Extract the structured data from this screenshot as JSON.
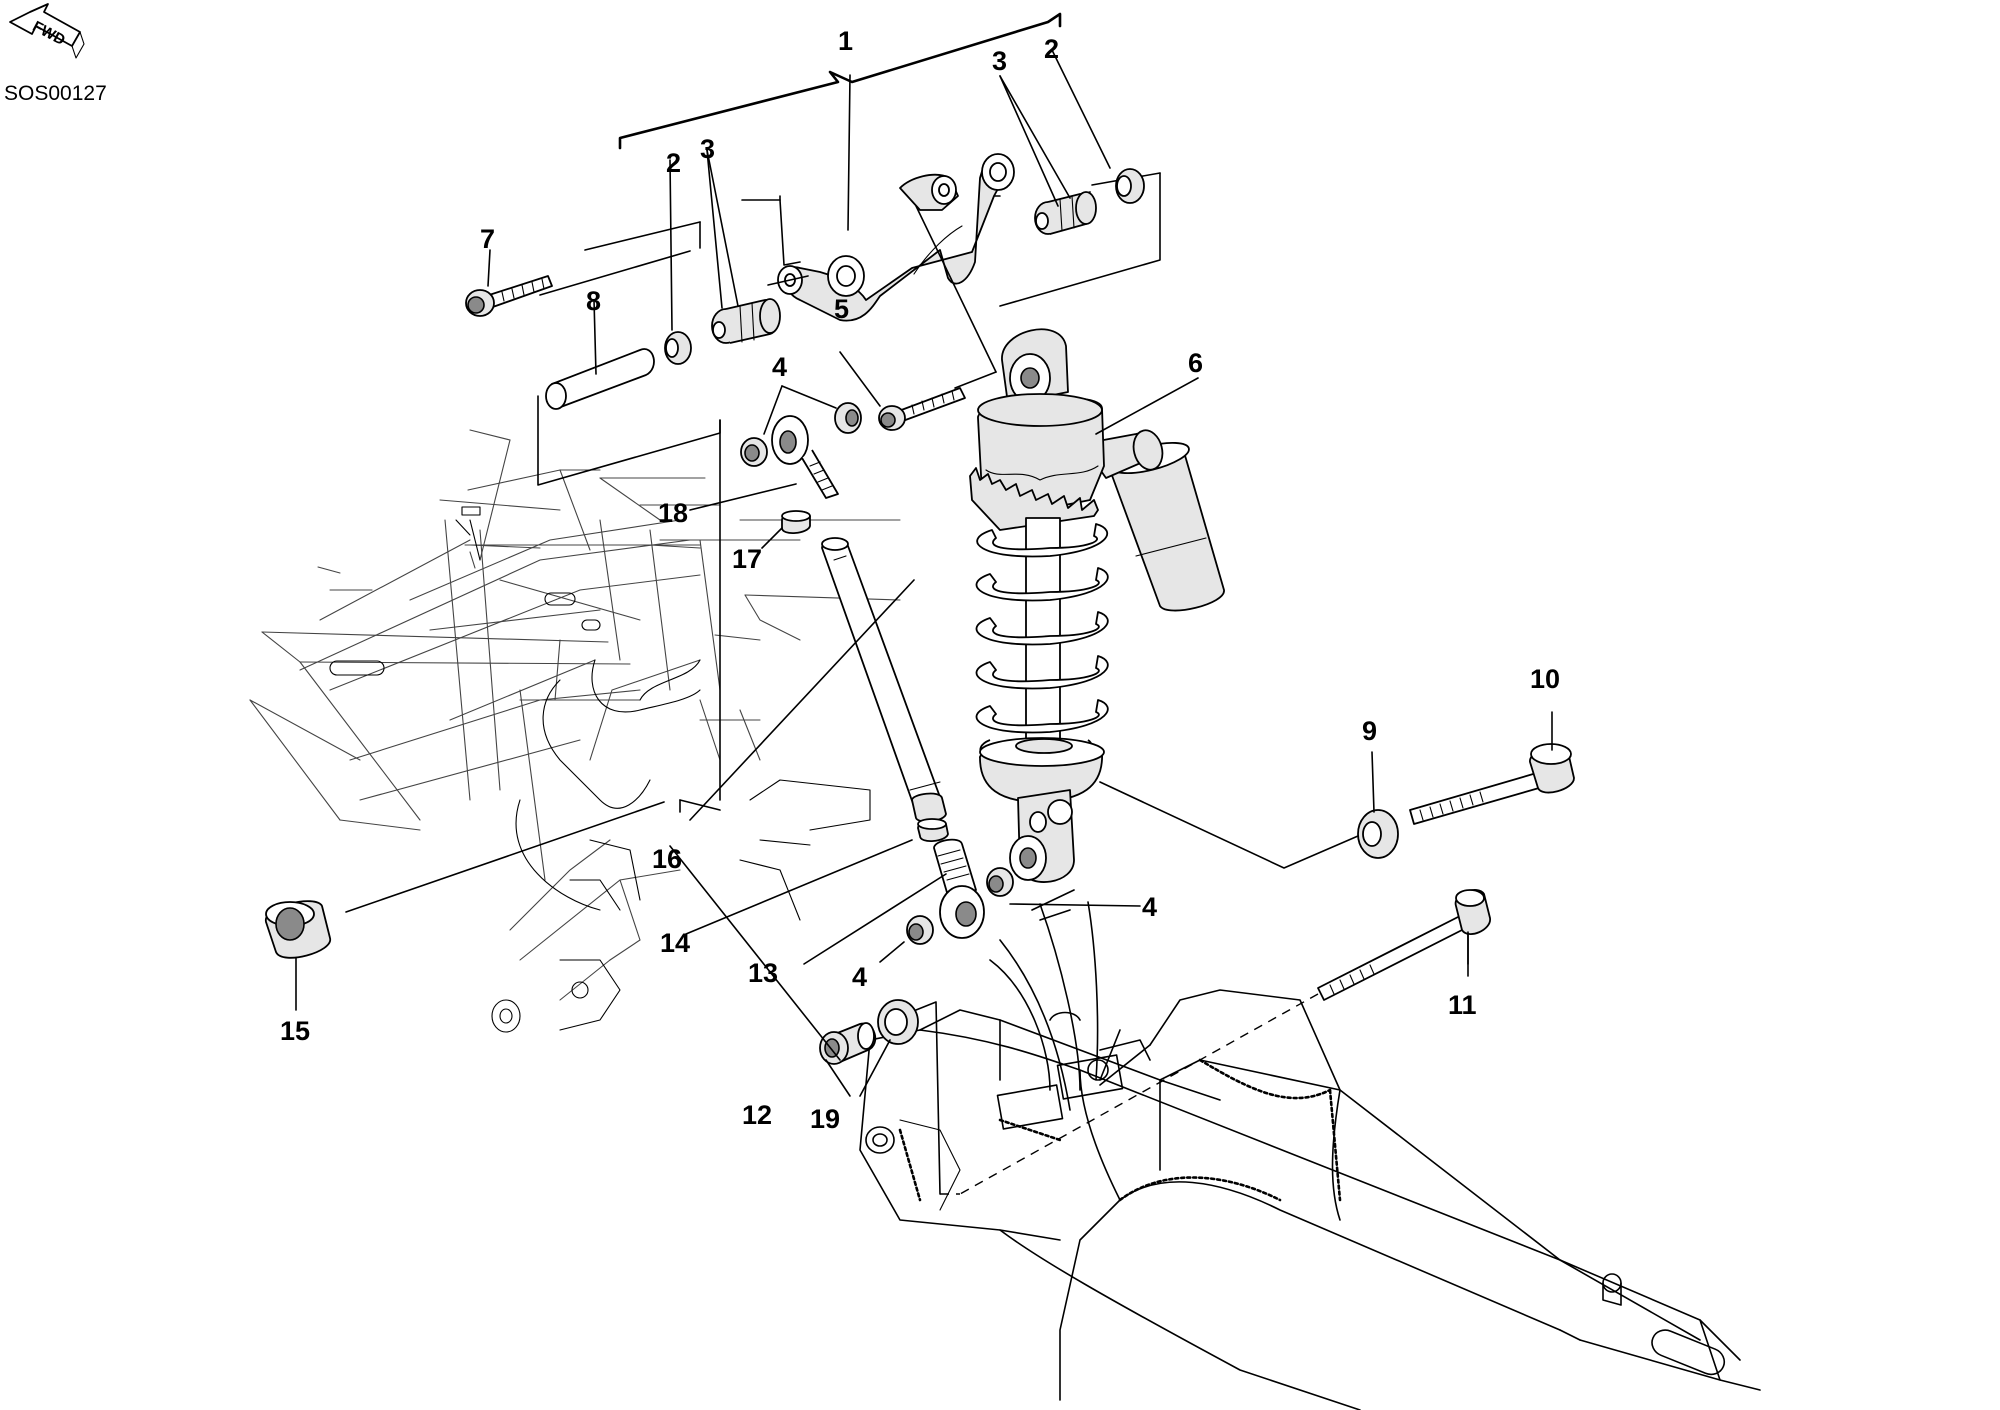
{
  "header": {
    "fwd_label": "FWD",
    "drawing_code": "SOS00127"
  },
  "callouts": [
    {
      "id": "c1",
      "label": "1"
    },
    {
      "id": "c2a",
      "label": "2"
    },
    {
      "id": "c2b",
      "label": "2"
    },
    {
      "id": "c3a",
      "label": "3"
    },
    {
      "id": "c3b",
      "label": "3"
    },
    {
      "id": "c4a",
      "label": "4"
    },
    {
      "id": "c4b",
      "label": "4"
    },
    {
      "id": "c4c",
      "label": "4"
    },
    {
      "id": "c5",
      "label": "5"
    },
    {
      "id": "c6",
      "label": "6"
    },
    {
      "id": "c7",
      "label": "7"
    },
    {
      "id": "c8",
      "label": "8"
    },
    {
      "id": "c9",
      "label": "9"
    },
    {
      "id": "c10",
      "label": "10"
    },
    {
      "id": "c11",
      "label": "11"
    },
    {
      "id": "c12",
      "label": "12"
    },
    {
      "id": "c13",
      "label": "13"
    },
    {
      "id": "c14",
      "label": "14"
    },
    {
      "id": "c15",
      "label": "15"
    },
    {
      "id": "c16",
      "label": "16"
    },
    {
      "id": "c17",
      "label": "17"
    },
    {
      "id": "c18",
      "label": "18"
    },
    {
      "id": "c19",
      "label": "19"
    }
  ]
}
